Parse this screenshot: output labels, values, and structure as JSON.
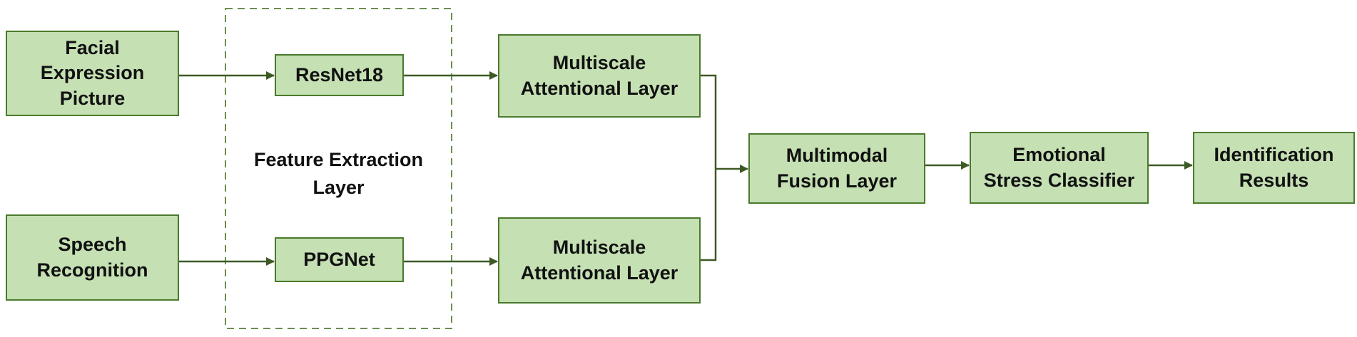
{
  "nodes": {
    "facial": [
      "Facial",
      "Expression",
      "Picture"
    ],
    "speech": [
      "Speech",
      "Recognition"
    ],
    "resnet": [
      "ResNet18"
    ],
    "ppgnet": [
      "PPGNet"
    ],
    "msa_top": [
      "Multiscale",
      "Attentional Layer"
    ],
    "msa_bottom": [
      "Multiscale",
      "Attentional Layer"
    ],
    "fusion": [
      "Multimodal",
      "Fusion Layer"
    ],
    "classifier": [
      "Emotional",
      "Stress Classifier"
    ],
    "results": [
      "Identification",
      "Results"
    ]
  },
  "group": {
    "label": [
      "Feature Extraction",
      "Layer"
    ]
  },
  "colors": {
    "node_fill": "#c5e0b3",
    "node_border": "#4a7a2c",
    "edge": "#3d5a24",
    "group_border": "#6b8f50"
  }
}
